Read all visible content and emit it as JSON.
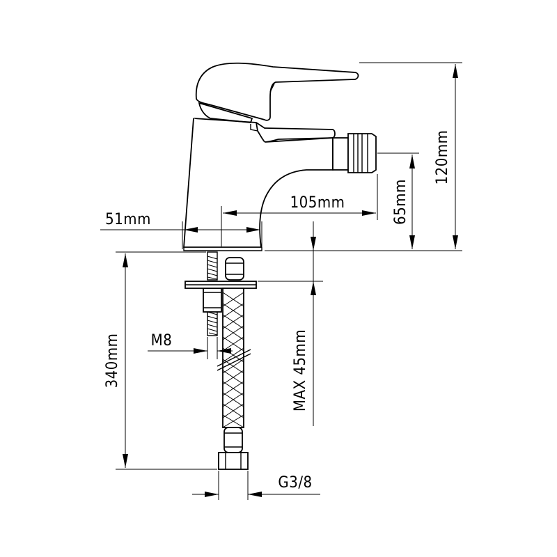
{
  "dimensions": {
    "height_total": "120mm",
    "spout_height": "65mm",
    "spout_reach": "105mm",
    "base_width": "51mm",
    "hose_length": "340mm",
    "max_deck_thickness": "MAX 45mm",
    "stud_thread": "M8",
    "hose_connector": "G3/8"
  }
}
